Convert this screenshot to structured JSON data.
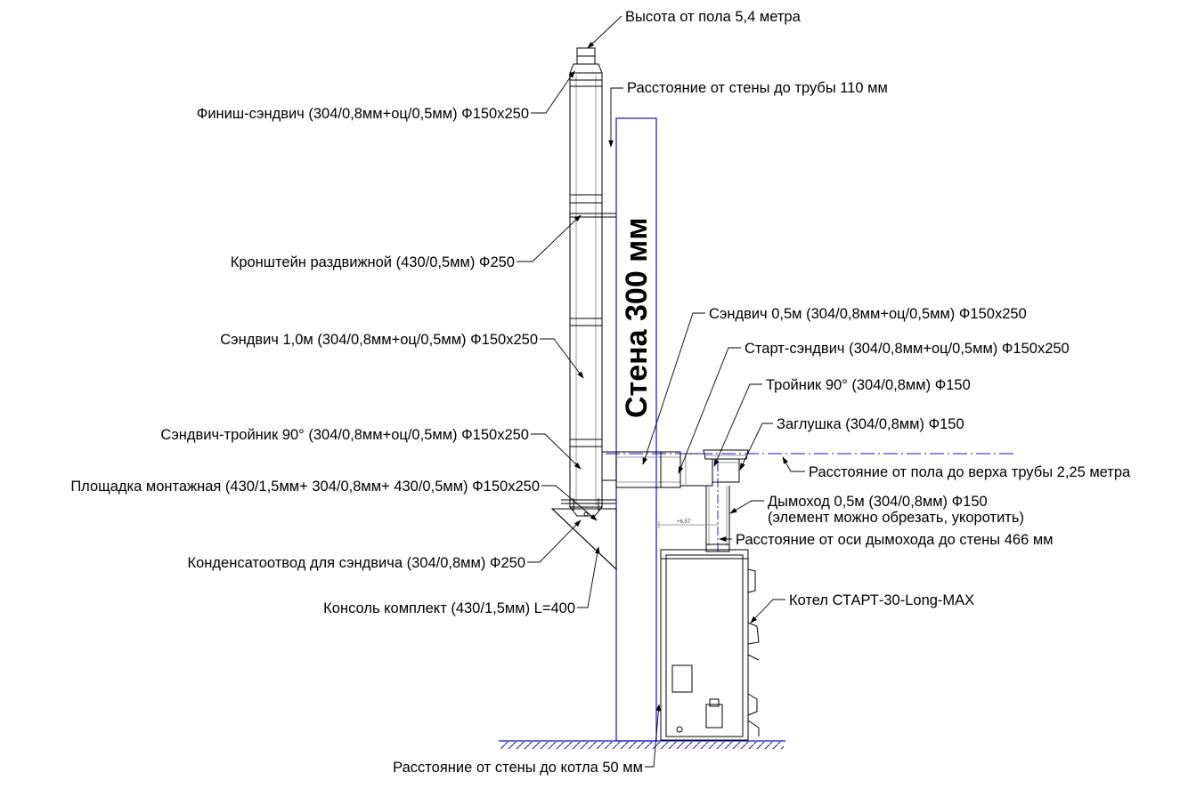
{
  "colors": {
    "wall": "#1515c8",
    "lines": "#000000",
    "background": "#ffffff"
  },
  "wall_label": "Стена 300 мм",
  "tiny_mark": "+6.57",
  "labels": {
    "height_from_floor": "Высота от пола 5,4 метра",
    "wall_to_pipe": "Расстояние от стены до трубы 110 мм",
    "finish_sandwich": "Финиш-сэндвич (304/0,8мм+оц/0,5мм) Ф150х250",
    "bracket": "Кронштейн раздвижной (430/0,5мм) Ф250",
    "sandwich_1m": "Сэндвич 1,0м (304/0,8мм+оц/0,5мм) Ф150х250",
    "sandwich_tee": "Сэндвич-тройник 90° (304/0,8мм+оц/0,5мм) Ф150х250",
    "platform": "Площадка монтажная (430/1,5мм+ 304/0,8мм+ 430/0,5мм) Ф150х250",
    "condensate": "Конденсатоотвод для сэндвича (304/0,8мм) Ф250",
    "console": "Консоль комплект (430/1,5мм) L=400",
    "wall_to_boiler": "Расстояние от стены до котла 50 мм",
    "sandwich_05m": "Сэндвич 0,5м (304/0,8мм+оц/0,5мм) Ф150х250",
    "start_sandwich": "Старт-сэндвич (304/0,8мм+оц/0,5мм) Ф150х250",
    "tee_90": "Тройник 90° (304/0,8мм) Ф150",
    "plug": "Заглушка (304/0,8мм) Ф150",
    "floor_to_pipe_top": "Расстояние от пола до верха трубы 2,25 метра",
    "flue_05m": "Дымоход 0,5м (304/0,8мм) Ф150",
    "flue_note": "(элемент можно обрезать, укоротить)",
    "axis_to_wall": "Расстояние от оси дымохода до стены 466 мм",
    "boiler": "Котел СТАРТ-30-Long-MAX"
  }
}
